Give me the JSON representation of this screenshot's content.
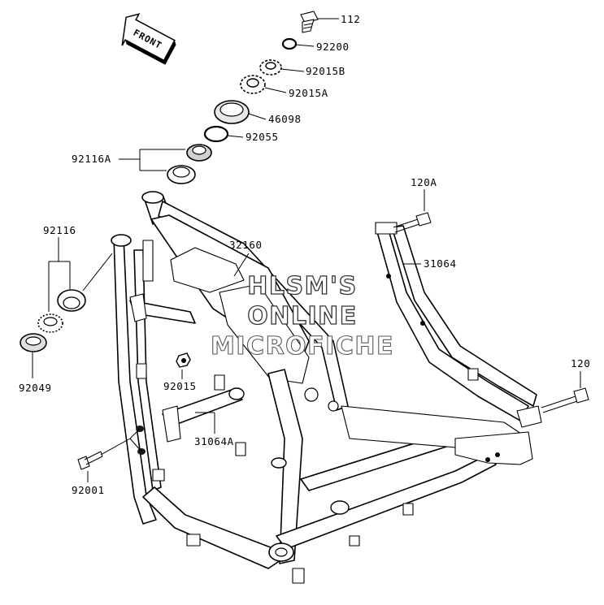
{
  "direction_badge": {
    "text": "FRONT"
  },
  "watermark": {
    "line1": "HLSM'S",
    "line2": "ONLINE",
    "line3": "MICROFICHE"
  },
  "labels": {
    "p112": "112",
    "p92200": "92200",
    "p92015B": "92015B",
    "p92015A": "92015A",
    "p46098": "46098",
    "p92055": "92055",
    "p92116A": "92116A",
    "p120A": "120A",
    "p32160": "32160",
    "p31064": "31064",
    "p92116": "92116",
    "p92049": "92049",
    "p92015": "92015",
    "p31064A": "31064A",
    "p120": "120",
    "p92001": "92001"
  }
}
